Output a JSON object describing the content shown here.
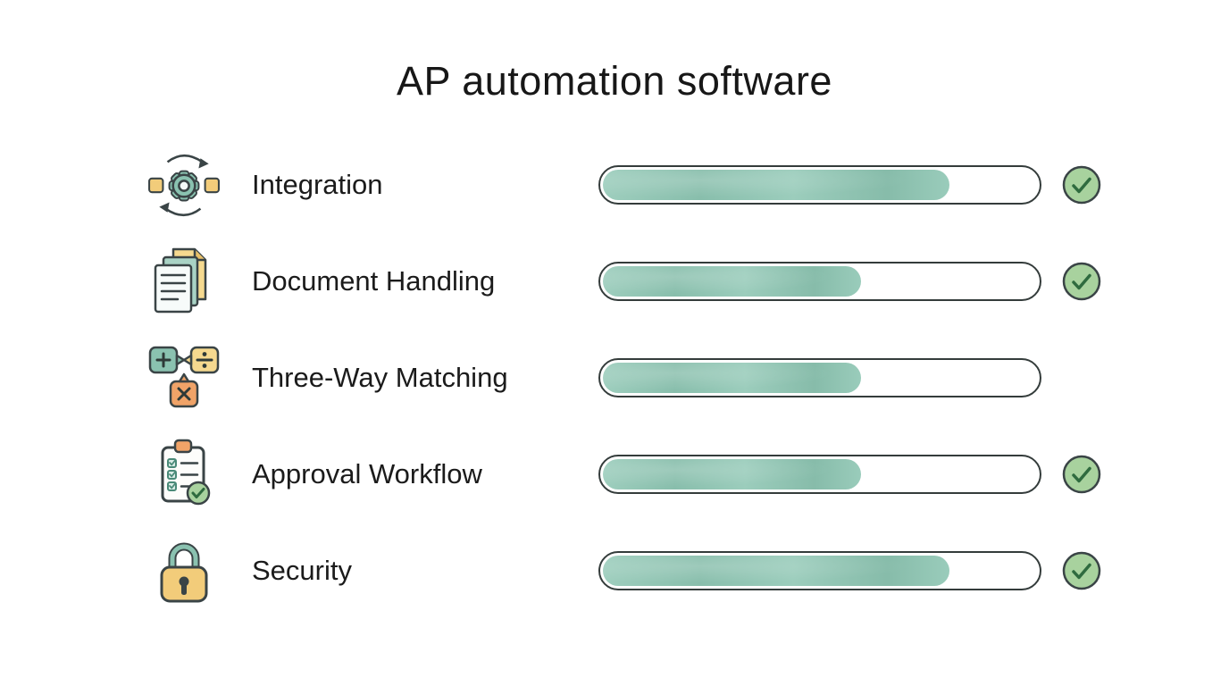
{
  "title": "AP automation software",
  "rows": [
    {
      "label": "Integration",
      "icon": "integration-sync-gear-icon",
      "progress": 80,
      "checked": true
    },
    {
      "label": "Document Handling",
      "icon": "documents-icon",
      "progress": 60,
      "checked": true
    },
    {
      "label": "Three-Way Matching",
      "icon": "math-bubbles-icon",
      "progress": 60,
      "checked": false
    },
    {
      "label": "Approval Workflow",
      "icon": "clipboard-checklist-icon",
      "progress": 60,
      "checked": true
    },
    {
      "label": "Security",
      "icon": "padlock-icon",
      "progress": 80,
      "checked": true
    }
  ],
  "colors": {
    "bar_fill": "#8ec6b3",
    "bar_outline": "#343c3b",
    "check_bg": "#a8d29e",
    "check_mark": "#2f6b3f",
    "title_color": "#171717"
  },
  "chart_data": {
    "type": "bar",
    "title": "AP automation software",
    "orientation": "horizontal",
    "categories": [
      "Integration",
      "Document Handling",
      "Three-Way Matching",
      "Approval Workflow",
      "Security"
    ],
    "values": [
      80,
      60,
      60,
      60,
      80
    ],
    "checkmarks": [
      true,
      true,
      false,
      true,
      true
    ],
    "xlabel": "",
    "ylabel": "",
    "xlim": [
      0,
      100
    ],
    "grid": false,
    "legend": false
  }
}
